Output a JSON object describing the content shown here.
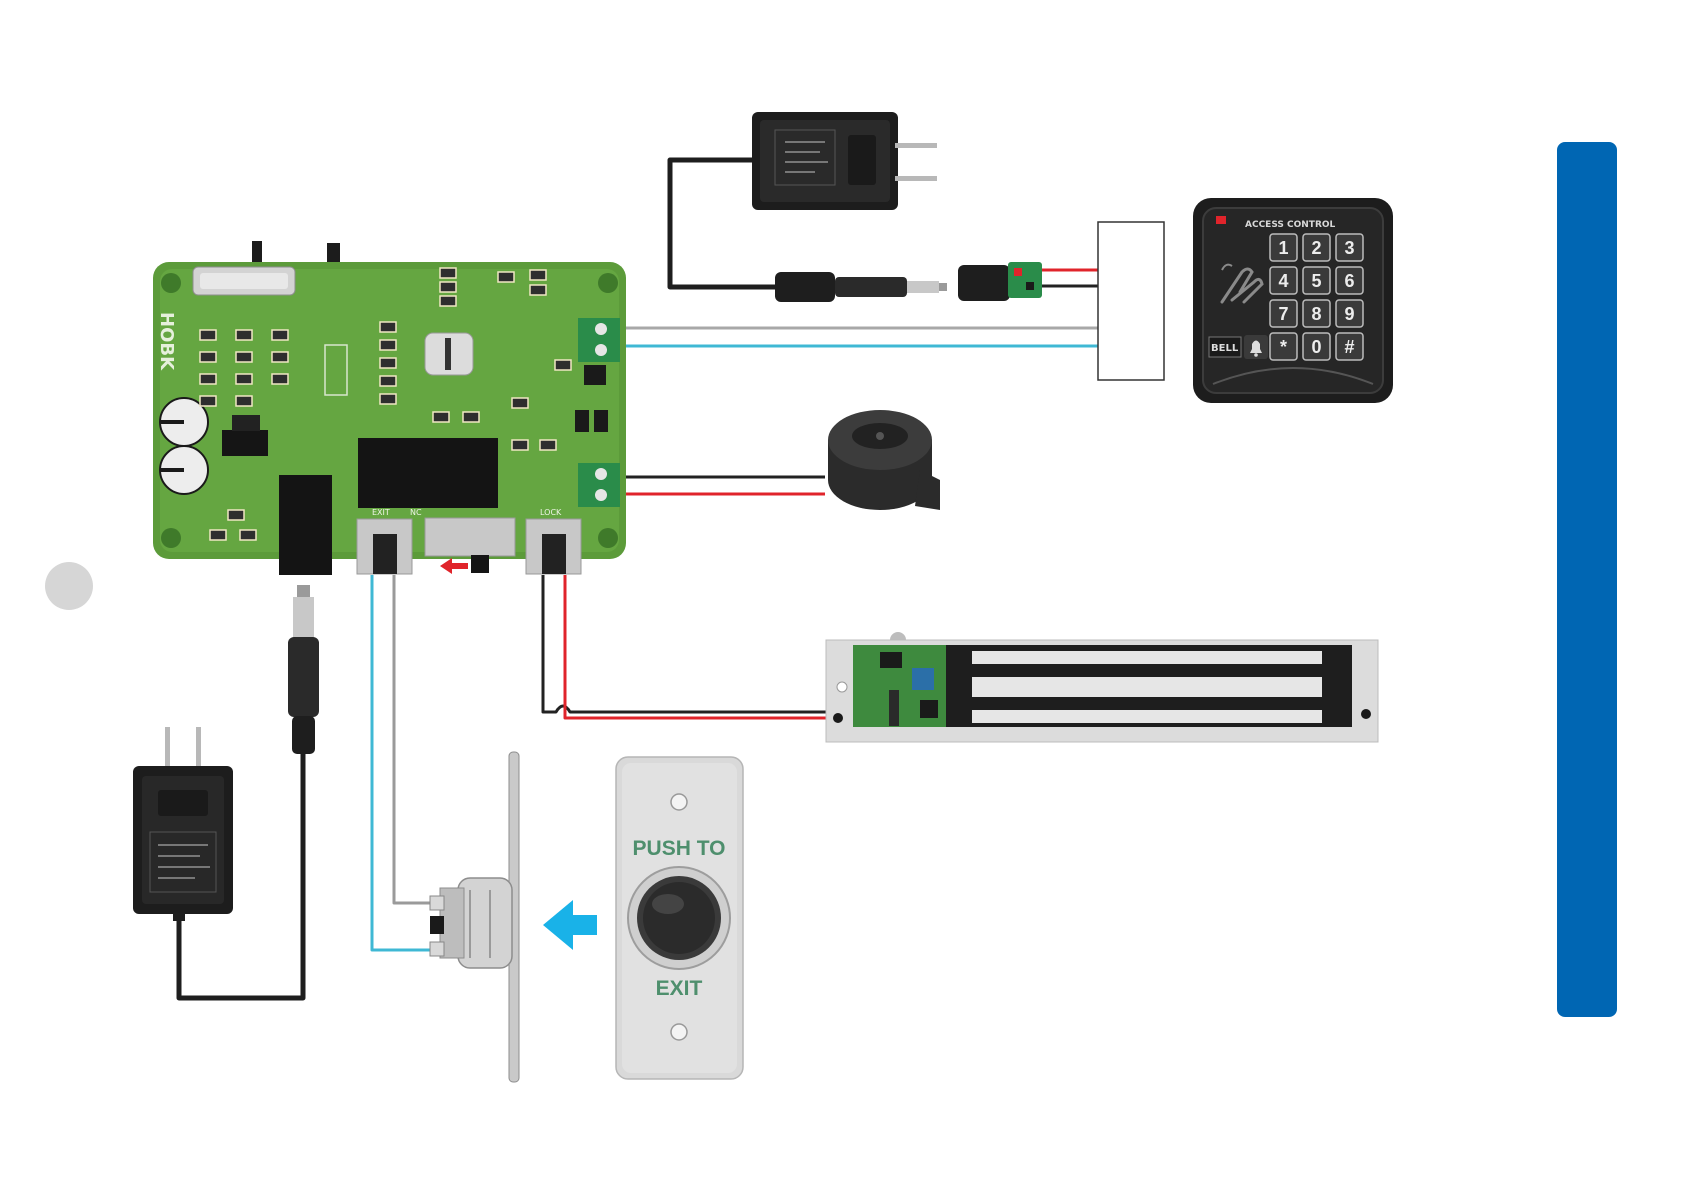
{
  "board": {
    "brand": "HOBK",
    "ports": {
      "exit": "EXIT",
      "nc": "NC",
      "lock": "LOCK"
    }
  },
  "keypad": {
    "heading": "ACCESS CONTROL",
    "keys": [
      "1",
      "2",
      "3",
      "4",
      "5",
      "6",
      "7",
      "8",
      "9",
      "*",
      "0",
      "#"
    ],
    "bell_label": "BELL"
  },
  "exit_button": {
    "top_text": "PUSH TO",
    "bottom_text": "EXIT",
    "text_color": "#4e8f6d"
  },
  "colors": {
    "accent": "#0066b3",
    "wire_red": "#e0242b",
    "wire_blue": "#3fb8d4",
    "wire_black": "#222222",
    "wire_gray": "#9a9a9a",
    "pcb_green": "#5c9b3a",
    "arrow_blue": "#19b2e8",
    "arrow_red": "#e0242b"
  },
  "icons": {
    "bell": "bell-icon",
    "hand": "hand-icon",
    "left_arrow": "left-arrow-icon"
  }
}
